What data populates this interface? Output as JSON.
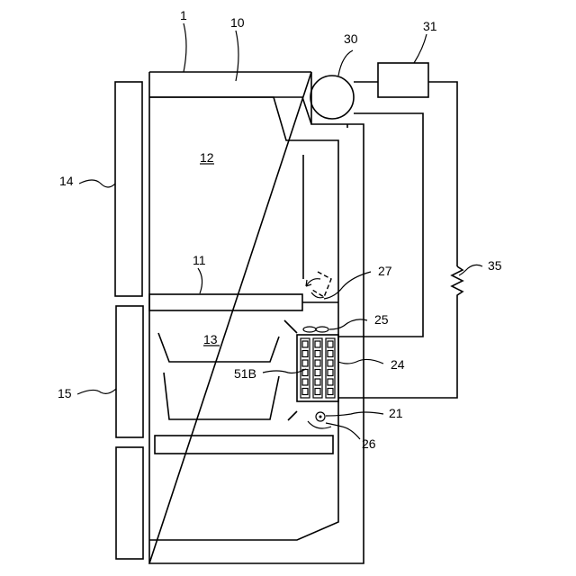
{
  "labels": {
    "l1": "1",
    "l10": "10",
    "l30": "30",
    "l31": "31",
    "l12": "12",
    "l14": "14",
    "l35": "35",
    "l11": "11",
    "l27": "27",
    "l25": "25",
    "l13": "13",
    "l24": "24",
    "l51b": "51B",
    "l15": "15",
    "l21": "21",
    "l26": "26"
  }
}
